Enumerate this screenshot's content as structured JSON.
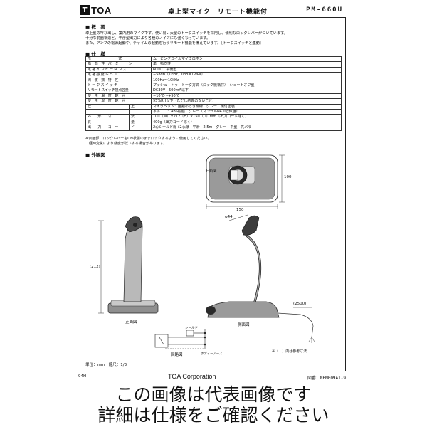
{
  "header": {
    "logo_text": "TOA",
    "title": "卓上型マイク　リモート機能付",
    "model": "PM-660U"
  },
  "sections": {
    "overview": "概　要",
    "specs": "仕　様",
    "external": "外観図"
  },
  "overview_lines": [
    "卓上型の呼び出し、案内用のマイクです。使い易い大型のトークスイッチを採用し、便利なロックレバーがついています。",
    "十分な前面構造と、干渉型出力により各種のノイズにも強くなっています。",
    "また、アンプの電源起動や、チャイムの起動を行うリモート機能を備えています。［トークスイッチと連動］"
  ],
  "specs": [
    {
      "key": "形　　　　　　　　式",
      "value": "ムービングコイルマイクロホン"
    },
    {
      "key": "指　向　性　パ　タ　ー　ン",
      "value": "単一指向性"
    },
    {
      "key": "定 格 イ ン ピ ー ダ ン ス",
      "value": "600Ω　平衡型"
    },
    {
      "key": "定 格 感 度 レ ベ ル",
      "value": "−58dB（1kHz、0dB=1V/Pa）"
    },
    {
      "key": "周　波　数　特　性",
      "value": "100Hz〜10kHz"
    },
    {
      "key": "ト ー ク ス イ ッ チ",
      "value": "プッシュ　トゥ　トーク方式（ロック機構付）　ショートオフ型"
    },
    {
      "key": "リモートスイッチ接点容量",
      "value": "DC30V　500mA以下"
    },
    {
      "key": "使　用　温　度　範　囲",
      "value": "−10℃〜+50℃"
    },
    {
      "key": "使　用　湿　度　範　囲",
      "value": "95%RH以下（ただし結露のないこと）"
    },
    {
      "key": "仕",
      "sub": "上",
      "value": "マイクヘッド：亜鉛めっき鋼線　グレー　焼付塗装"
    },
    {
      "key": "",
      "sub": "",
      "value": "本体　　：ABS樹脂　グレー（マンセルN4.0近似色）"
    },
    {
      "key": "外　　形　　寸",
      "sub": "法",
      "value": "100（W）×212（H）×150（D）mm（出力コード除く）"
    },
    {
      "key": "質",
      "sub": "量",
      "value": "400g（出力コード除く）"
    },
    {
      "key": "出　　力　　コ　ー",
      "sub": "ド",
      "value": "2心シールド線+2心線　平滑　2.5m　グレー　平型　先バラ"
    }
  ],
  "notes": [
    "※表面部、ロックレバーをON状態のままロックするように使用してください。",
    "　経時変化により感度が低下する場合があります。"
  ],
  "views": {
    "top": "上面図",
    "front": "正面図",
    "side": "側面図",
    "circuit": "回路図",
    "shield": "シールド",
    "body_earth": "ボディーアース"
  },
  "dims": {
    "width": "150",
    "depth": "100",
    "height": "(212)",
    "head": "φ44",
    "cord": "(2500)"
  },
  "footer": {
    "scale": "単位：mm　縮尺：1/3",
    "note": "※（　）内は参考寸法",
    "left_code": "94H",
    "company": "TOA Corporation",
    "drawing_no": "図番：NPM009A1-9"
  },
  "caption": {
    "line1": "この画像は代表画像です",
    "line2": "詳細は仕様をご確認ください"
  }
}
